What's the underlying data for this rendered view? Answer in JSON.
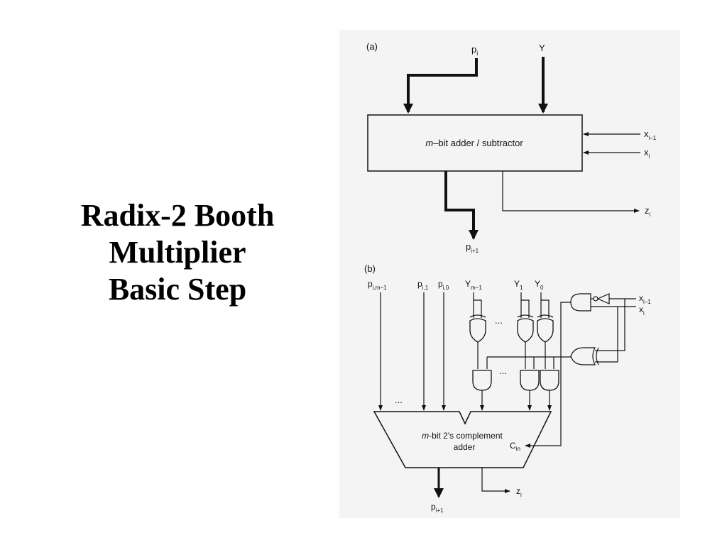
{
  "slide": {
    "title_lines": [
      "Radix-2 Booth",
      "Multiplier",
      "Basic Step"
    ]
  },
  "diagram_a": {
    "label": "(a)",
    "input_p": "p",
    "input_p_sub": "i",
    "input_y": "Y",
    "box_label_italic": "m",
    "box_label_rest": "–bit adder / subtractor",
    "ctrl_1": "x",
    "ctrl_1_sub": "i–1",
    "ctrl_2": "x",
    "ctrl_2_sub": "i",
    "output_z": "z",
    "output_z_sub": "i",
    "output_p": "p",
    "output_p_sub": "i+1"
  },
  "diagram_b": {
    "label": "(b)",
    "p_inputs": [
      {
        "base": "p",
        "sub": "i,m−1"
      },
      {
        "base": "p",
        "sub": "i,1"
      },
      {
        "base": "p",
        "sub": "i,0"
      }
    ],
    "y_inputs": [
      {
        "base": "Y",
        "sub": "m−1"
      },
      {
        "base": "Y",
        "sub": "1"
      },
      {
        "base": "Y",
        "sub": "0"
      }
    ],
    "ctrl_1": "x",
    "ctrl_1_sub": "i–1",
    "ctrl_2": "x",
    "ctrl_2_sub": "i",
    "ellipsis": "...",
    "adder_line1_italic": "m",
    "adder_line1_rest": "-bit 2's complement",
    "adder_line2": "adder",
    "cin": "C",
    "cin_sub": "in",
    "output_z": "z",
    "output_z_sub": "i",
    "output_p": "p",
    "output_p_sub": "i+1"
  },
  "colors": {
    "ink": "#111111",
    "scan_background": "#f4f4f4",
    "page_background": "#ffffff"
  }
}
